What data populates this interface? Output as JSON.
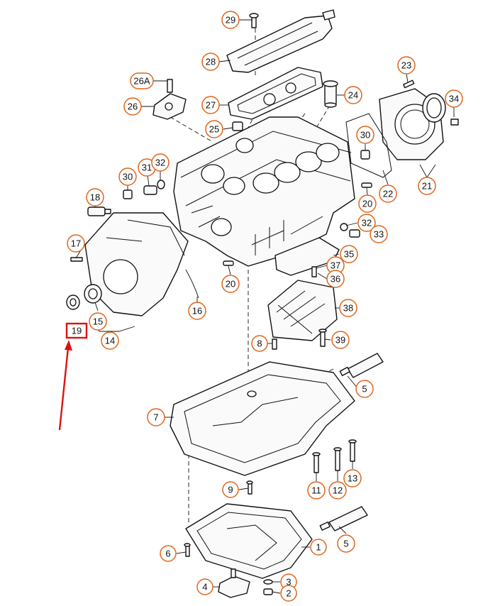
{
  "callouts": [
    {
      "id": "c29",
      "label": "29"
    },
    {
      "id": "c28",
      "label": "28"
    },
    {
      "id": "c26a",
      "label": "26A"
    },
    {
      "id": "c26",
      "label": "26"
    },
    {
      "id": "c27",
      "label": "27"
    },
    {
      "id": "c24",
      "label": "24"
    },
    {
      "id": "c23",
      "label": "23"
    },
    {
      "id": "c34",
      "label": "34"
    },
    {
      "id": "c25",
      "label": "25"
    },
    {
      "id": "c30a",
      "label": "30"
    },
    {
      "id": "c30b",
      "label": "30"
    },
    {
      "id": "c31",
      "label": "31"
    },
    {
      "id": "c32a",
      "label": "32"
    },
    {
      "id": "c22",
      "label": "22"
    },
    {
      "id": "c21",
      "label": "21"
    },
    {
      "id": "c18",
      "label": "18"
    },
    {
      "id": "c20a",
      "label": "20"
    },
    {
      "id": "c32b",
      "label": "32"
    },
    {
      "id": "c33",
      "label": "33"
    },
    {
      "id": "c17",
      "label": "17"
    },
    {
      "id": "c35",
      "label": "35"
    },
    {
      "id": "c37",
      "label": "37"
    },
    {
      "id": "c36",
      "label": "36"
    },
    {
      "id": "c20b",
      "label": "20"
    },
    {
      "id": "c16",
      "label": "16"
    },
    {
      "id": "c38",
      "label": "38"
    },
    {
      "id": "c15",
      "label": "15"
    },
    {
      "id": "c14",
      "label": "14"
    },
    {
      "id": "c39",
      "label": "39"
    },
    {
      "id": "c8",
      "label": "8"
    },
    {
      "id": "c5a",
      "label": "5"
    },
    {
      "id": "c7",
      "label": "7"
    },
    {
      "id": "c13",
      "label": "13"
    },
    {
      "id": "c11",
      "label": "11"
    },
    {
      "id": "c12",
      "label": "12"
    },
    {
      "id": "c9",
      "label": "9"
    },
    {
      "id": "c5b",
      "label": "5"
    },
    {
      "id": "c6",
      "label": "6"
    },
    {
      "id": "c1",
      "label": "1"
    },
    {
      "id": "c3",
      "label": "3"
    },
    {
      "id": "c4",
      "label": "4"
    },
    {
      "id": "c2",
      "label": "2"
    }
  ],
  "highlight": {
    "label": "19"
  },
  "colors": {
    "callout_ring": "#e0661c",
    "highlight": "#d11111",
    "line": "#111111"
  }
}
